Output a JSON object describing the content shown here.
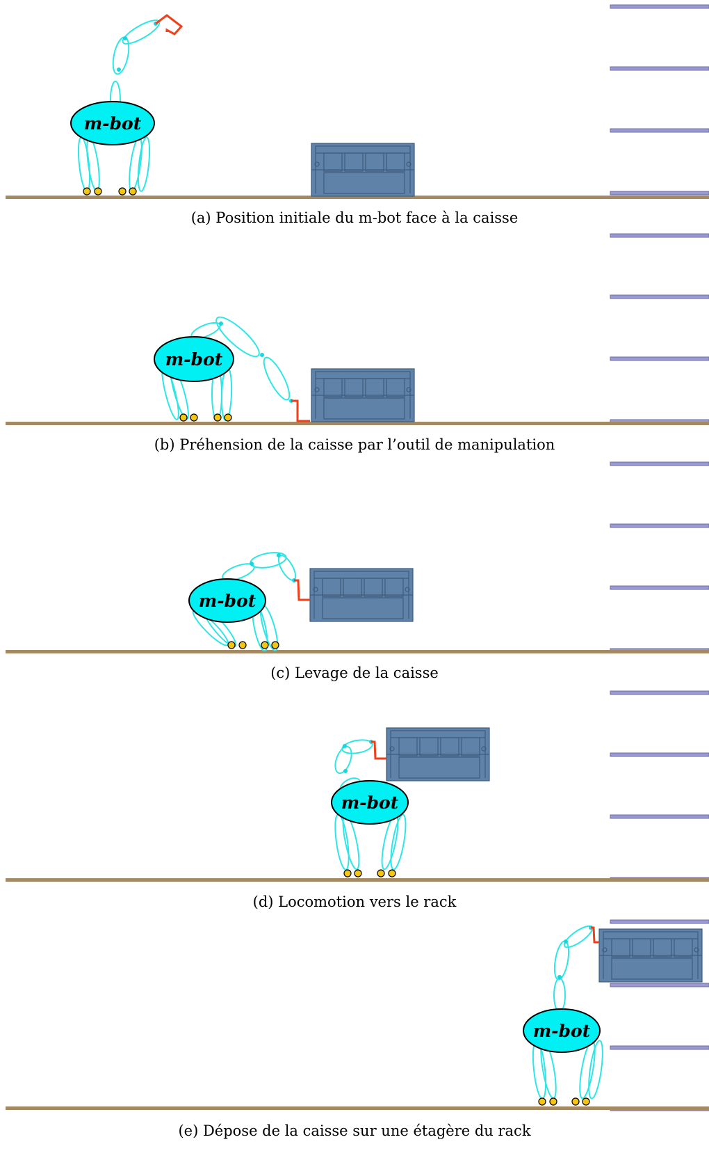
{
  "figure": {
    "robot_label": "m-bot",
    "colors": {
      "robot_body": "#00f0f4",
      "limbs": "#2ee6e6",
      "tool": "#f0401a",
      "wheels": "#f4c614",
      "crate": "#5f82a8",
      "ground": "#a48962",
      "rack_shelf": "#9a9ad0"
    },
    "panels": [
      {
        "caption": "(a) Position initiale du m-bot face à la caisse"
      },
      {
        "caption": "(b) Préhension de la caisse par l’outil de manipulation"
      },
      {
        "caption": "(c) Levage de la caisse"
      },
      {
        "caption": "(d) Locomotion vers le rack"
      },
      {
        "caption": "(e) Dépose de la caisse sur une étagère du rack"
      }
    ]
  }
}
